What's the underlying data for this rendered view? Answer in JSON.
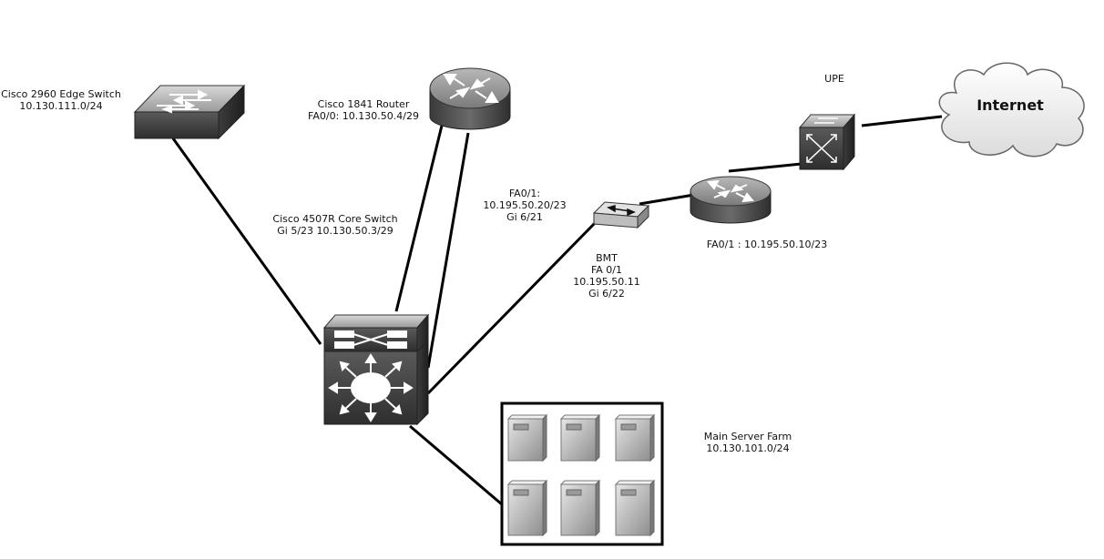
{
  "diagram": {
    "edge_switch": {
      "name": "Cisco 2960 Edge Switch",
      "subnet": "10.130.111.0/24",
      "icon": "workgroup-switch-icon"
    },
    "router_1841": {
      "name": "Cisco 1841 Router",
      "iface": "FA0/0: 10.130.50.4/29",
      "icon": "router-icon"
    },
    "core_switch": {
      "name": "Cisco 4507R Core Switch",
      "iface": "Gi 5/23 10.130.50.3/29",
      "icon": "multilayer-switch-icon"
    },
    "link_fa01": {
      "iface": "FA0/1:",
      "ip": "10.195.50.20/23",
      "port": "Gi 6/21"
    },
    "bmt": {
      "name": "BMT",
      "iface": "FA 0/1",
      "ip": "10.195.50.11",
      "port": "Gi 6/22",
      "icon": "small-hub-icon"
    },
    "upe_router": {
      "iface": "FA0/1 : 10.195.50.10/23",
      "icon": "router-icon"
    },
    "upe": {
      "name": "UPE",
      "icon": "atm-switch-icon"
    },
    "internet": {
      "name": "Internet",
      "icon": "cloud-icon"
    },
    "server_farm": {
      "name": "Main Server Farm",
      "subnet": "10.130.101.0/24",
      "icon": "server-icon"
    }
  }
}
